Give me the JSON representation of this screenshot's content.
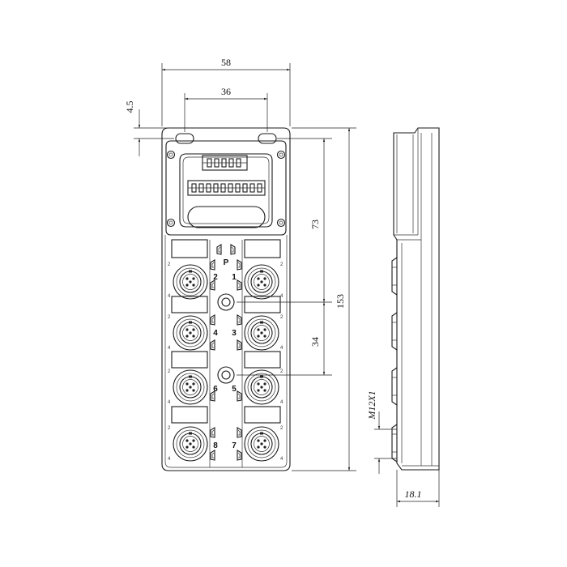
{
  "drawing": {
    "dimensions": {
      "overall_width": "58",
      "hole_spacing": "36",
      "hole_offset": "4.5",
      "height_top": "73",
      "total_height": "153",
      "port_pitch": "34",
      "thread": "M12X1",
      "depth": "18.1"
    },
    "port_labels": [
      "2",
      "1",
      "4",
      "3",
      "6",
      "5",
      "8",
      "7"
    ],
    "power_label": "P",
    "pin_label_top": "2",
    "pin_label_bottom": "4"
  }
}
